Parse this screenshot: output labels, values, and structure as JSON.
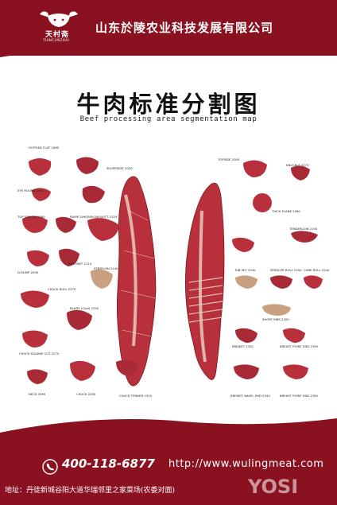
{
  "header": {
    "company_name": "山东於陵农业科技发展有限公司",
    "logo_text": "天村斋",
    "logo_subtext": "TIANCUNZHAI"
  },
  "title": {
    "cn": "牛肉标准分割图",
    "en": "Beef processing area segmentation map"
  },
  "cuts": [
    "OUTSIDE FLAT 2080",
    "EYE ROUND 2040",
    "TOP SIRLOIN 2080",
    "D-RUMP 2090",
    "RUMP 2090",
    "ROSTBIFF 2110",
    "SIRLOIN BUTT 2120",
    "STRIPLOIN 2140",
    "CHUCK ROLL 2270",
    "BLADE (Clod) 2250",
    "CHUCK SQUARE CUT 2270",
    "NECK 2280",
    "CHUCK 2290",
    "CHUCK TENDER 2310",
    "SILVERSIDE 2020",
    "TOPSIDE 2000",
    "KNUCKLE 2070",
    "THICK FLANK 2060",
    "TENDERLOIN 2150",
    "RIB SET 2240",
    "SPENCER ROLL 2250",
    "CUBE ROLL 2240",
    "SHORT RIBS 2300",
    "BRISKET 2320",
    "BREAST POINT END 2330",
    "BRISKET NAVEL END 2340",
    "BREAST POINT END 2350"
  ],
  "footer": {
    "phone": "400-118-6877",
    "url": "http://www.wulingmeat.com",
    "address": "地址：丹徒新城谷阳大道华瑞邻里之家菜场(农委对面)",
    "watermark": "YOSI"
  },
  "colors": {
    "brand": "#8a1220",
    "meat": "#b8303c",
    "fat": "#ead3c8"
  },
  "icons": [
    "bull-logo-icon",
    "phone-icon"
  ]
}
